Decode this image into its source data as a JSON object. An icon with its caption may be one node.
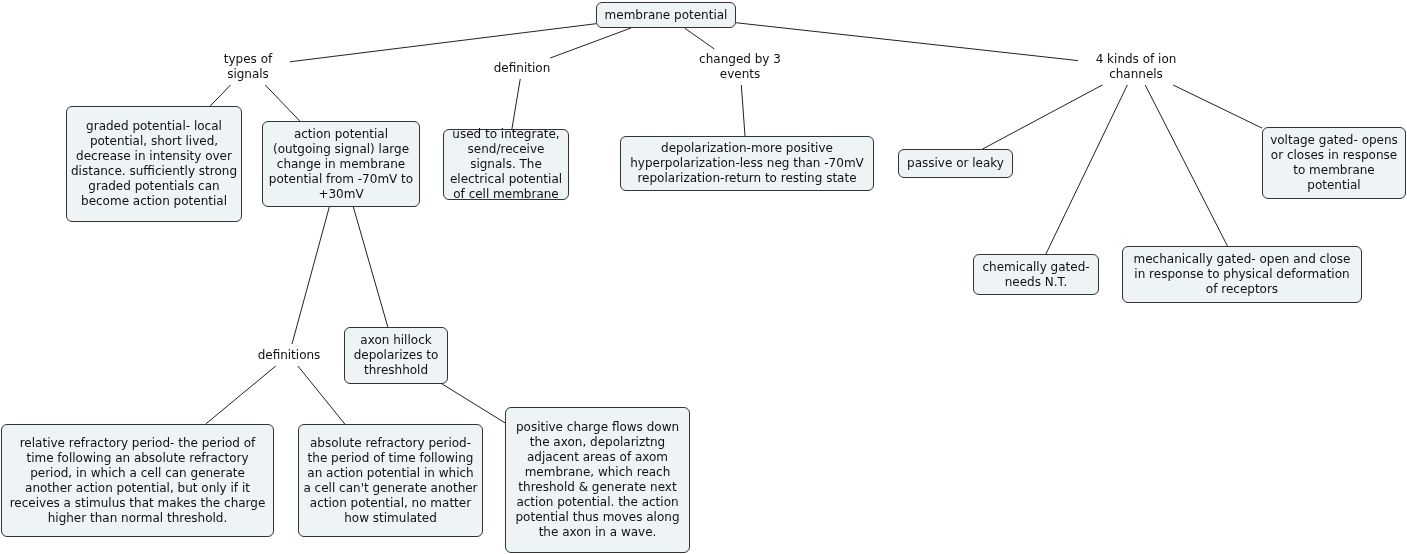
{
  "diagram": {
    "nodes": [
      {
        "text": [
          "membrane potential"
        ]
      },
      {
        "text": [
          "types of signals"
        ]
      },
      {
        "text": [
          "definition"
        ]
      },
      {
        "text": [
          "changed by 3 events"
        ]
      },
      {
        "text": [
          "4 kinds of ion channels"
        ]
      },
      {
        "text": [
          "graded potential- local potential, short lived, decrease in intensity over distance. sufficiently strong graded potentials can become action potential"
        ]
      },
      {
        "text": [
          "action potential (outgoing signal) large change in membrane potential from -70mV to +30mV"
        ]
      },
      {
        "text": [
          "used to integrate, send/receive signals. The electrical potential of cell membrane"
        ]
      },
      {
        "text": [
          "depolarization-more positive hyperpolarization-less neg than -70mV repolarization-return to resting state"
        ]
      },
      {
        "text": [
          "passive or leaky"
        ]
      },
      {
        "text": [
          "voltage gated- opens or closes in response to membrane potential"
        ]
      },
      {
        "text": [
          "chemically gated- needs N.T."
        ]
      },
      {
        "text": [
          "mechanically gated- open and close in response to physical deformation of receptors"
        ]
      },
      {
        "text": [
          "definitions"
        ]
      },
      {
        "text": [
          "axon hillock depolarizes to threshhold"
        ]
      },
      {
        "text": [
          "relative refractory period- the period of time following an absolute refractory period, in which a cell can generate another action potential, but only if it receives a stimulus that makes the charge higher than normal threshold."
        ]
      },
      {
        "text": [
          "absolute refractory period-the period of time following an action potential in which a cell can't generate another action potential, no matter how stimulated"
        ]
      },
      {
        "text": [
          "positive charge flows down the axon, depolariztng adjacent areas of axom membrane, which reach threshold & generate next action potential.  the action potential thus moves along the axon in a wave."
        ]
      }
    ],
    "edges": [
      {
        "from": 0,
        "to": 1,
        "arrow": "none"
      },
      {
        "from": 0,
        "to": 2,
        "arrow": "none"
      },
      {
        "from": 0,
        "to": 3,
        "arrow": "none"
      },
      {
        "from": 0,
        "to": 4,
        "arrow": "none"
      },
      {
        "from": 1,
        "to": 5,
        "arrow": "none"
      },
      {
        "from": 1,
        "to": 6,
        "arrow": "none"
      },
      {
        "from": 2,
        "to": 7,
        "arrow": "none"
      },
      {
        "from": 3,
        "to": 8,
        "arrow": "none"
      },
      {
        "from": 4,
        "to": 9,
        "arrow": "none"
      },
      {
        "from": 4,
        "to": 10,
        "arrow": "none"
      },
      {
        "from": 4,
        "to": 11,
        "arrow": "none"
      },
      {
        "from": 4,
        "to": 12,
        "arrow": "none"
      },
      {
        "from": 6,
        "to": 13,
        "arrow": "none"
      },
      {
        "from": 6,
        "to": 14,
        "arrow": "none"
      },
      {
        "from": 13,
        "to": 15,
        "arrow": "none"
      },
      {
        "from": 13,
        "to": 16,
        "arrow": "none"
      },
      {
        "from": 14,
        "to": 17,
        "arrow": "none"
      }
    ]
  }
}
